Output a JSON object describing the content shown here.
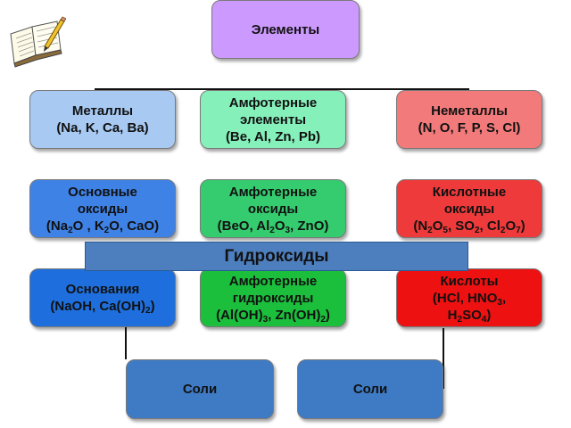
{
  "colors": {
    "elements": "#cc99ff",
    "metals": "#a7c9f2",
    "amphoteric": "#86f0bb",
    "nonmetals": "#f27a7a",
    "basic_oxides": "#3f82e6",
    "amphoteric_oxides": "#35cc6f",
    "acid_oxides": "#ee3a3a",
    "bases": "#1e6fdd",
    "amphoteric_hydroxides": "#1bbf3c",
    "acids": "#ee1111",
    "salts": "#3e7bc4",
    "hydroxides_band": "#4d7fbe"
  },
  "icon": "open-book-with-pencil-icon",
  "top": {
    "label": "Элементы"
  },
  "row1": {
    "metals": {
      "line1": "Металлы",
      "line2": "(Na, K, Ca, Ba)"
    },
    "amphoteric": {
      "line1": "Амфотерные",
      "line2": "элементы",
      "line3": "(Be, Al, Zn, Pb)"
    },
    "nonmetals": {
      "line1": "Неметаллы",
      "line2": "(N, O, F, P, S, Cl)"
    }
  },
  "row2": {
    "basic_oxides": {
      "line1": "Основные",
      "line2": "оксиды",
      "f": {
        "a": "(Na",
        "s1": "2",
        "b": "O , K",
        "s2": "2",
        "c": "O, CaO)"
      }
    },
    "amphoteric_oxides": {
      "line1": "Амфотерные",
      "line2": "оксиды",
      "f": {
        "a": "(BeO, Al",
        "s1": "2",
        "b": "O",
        "s2": "3",
        "c": ", ZnO)"
      }
    },
    "acid_oxides": {
      "line1": "Кислотные",
      "line2": "оксиды",
      "f": {
        "a": "(N",
        "s1": "2",
        "b": "O",
        "s2": "5",
        "c": ", SO",
        "s3": "2",
        "d": ", Cl",
        "s4": "2",
        "e": "O",
        "s5": "7",
        "g": ")"
      }
    }
  },
  "hydroxides": {
    "label": "Гидроксиды"
  },
  "row3": {
    "bases": {
      "line1": "Основания",
      "f": {
        "a": "(NaOH, Ca(OH)",
        "s1": "2",
        "b": ")"
      }
    },
    "amphoteric_hydroxides": {
      "line1": "Амфотерные",
      "line2": "гидроксиды",
      "f": {
        "a": "(Al(OH)",
        "s1": "3",
        "b": ", Zn(OH)",
        "s2": "2",
        "c": ")"
      }
    },
    "acids": {
      "line1": "Кислоты",
      "f1": {
        "a": "(HCl, HNO",
        "s1": "3",
        "b": ","
      },
      "f2": {
        "a": "H",
        "s1": "2",
        "b": "SO",
        "s2": "4",
        "c": ")"
      }
    }
  },
  "salts": {
    "left": "Соли",
    "right": "Соли"
  }
}
